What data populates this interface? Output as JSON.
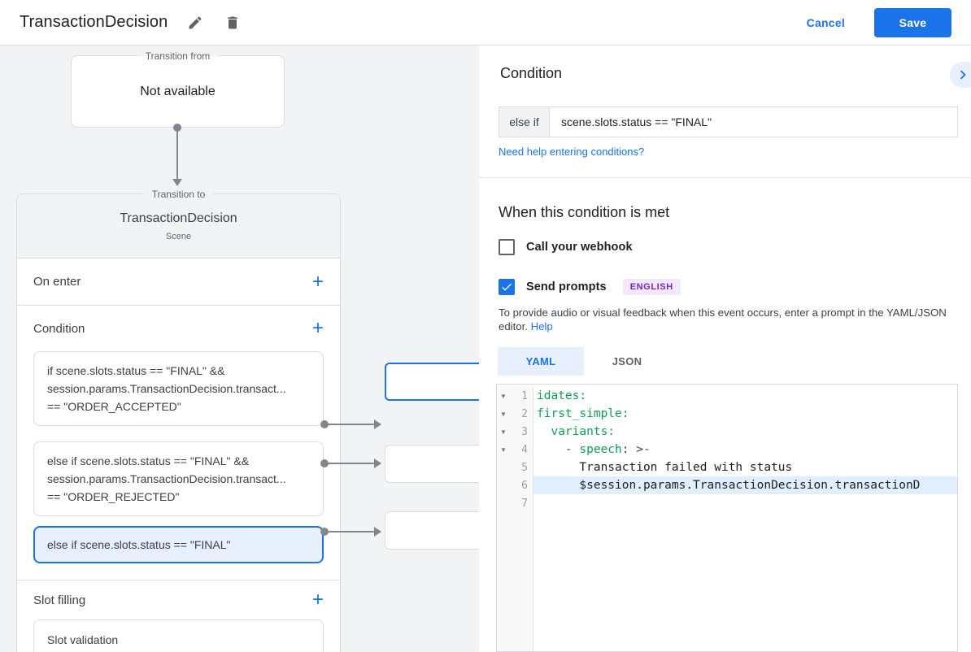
{
  "header": {
    "title": "TransactionDecision",
    "cancel_label": "Cancel",
    "save_label": "Save"
  },
  "canvas": {
    "transition_from": {
      "legend": "Transition from",
      "value": "Not available"
    },
    "transition_to": {
      "legend": "Transition to",
      "title": "TransactionDecision",
      "subtitle": "Scene",
      "on_enter_label": "On enter",
      "condition_label": "Condition",
      "condition_cards": [
        {
          "selected": false,
          "lines": [
            "if scene.slots.status == \"FINAL\" &&",
            "session.params.TransactionDecision.transact...",
            "== \"ORDER_ACCEPTED\""
          ]
        },
        {
          "selected": false,
          "lines": [
            "else if scene.slots.status == \"FINAL\" &&",
            "session.params.TransactionDecision.transact...",
            "== \"ORDER_REJECTED\""
          ]
        },
        {
          "selected": true,
          "lines": [
            "else if scene.slots.status == \"FINAL\""
          ]
        }
      ],
      "slot_filling_label": "Slot filling",
      "slot_card_label": "Slot validation"
    }
  },
  "detail": {
    "condition_heading": "Condition",
    "condition_prefix": "else if",
    "condition_value": "scene.slots.status == \"FINAL\"",
    "condition_help_link": "Need help entering conditions?",
    "when_heading": "When this condition is met",
    "webhook_label": "Call your webhook",
    "webhook_checked": false,
    "send_prompts_label": "Send prompts",
    "send_prompts_checked": true,
    "language_badge": "ENGLISH",
    "helper_text": "To provide audio or visual feedback when this event occurs, enter a prompt in the YAML/JSON editor.",
    "helper_link": "Help",
    "tabs": [
      {
        "label": "YAML",
        "active": true
      },
      {
        "label": "JSON",
        "active": false
      }
    ],
    "editor_lines": [
      {
        "num": "1",
        "fold": true,
        "highlighted": false,
        "segments": [
          {
            "text": "idates:",
            "type": "key"
          }
        ]
      },
      {
        "num": "2",
        "fold": true,
        "highlighted": false,
        "segments": [
          {
            "text": "first_simple:",
            "type": "key"
          }
        ]
      },
      {
        "num": "3",
        "fold": true,
        "highlighted": false,
        "segments": [
          {
            "text": "  variants:",
            "type": "key"
          }
        ]
      },
      {
        "num": "4",
        "fold": true,
        "highlighted": false,
        "segments": [
          {
            "text": "    - ",
            "type": "plain"
          },
          {
            "text": "speech",
            "type": "key"
          },
          {
            "text": ": >-",
            "type": "plain"
          }
        ]
      },
      {
        "num": "5",
        "fold": false,
        "highlighted": false,
        "segments": [
          {
            "text": "      Transaction failed with status",
            "type": "text"
          }
        ]
      },
      {
        "num": "6",
        "fold": false,
        "highlighted": true,
        "segments": [
          {
            "text": "      $session.params.TransactionDecision.transactionD",
            "type": "text"
          }
        ]
      },
      {
        "num": "7",
        "fold": false,
        "highlighted": false,
        "segments": []
      }
    ]
  },
  "icons": {
    "edit": "pencil-icon",
    "delete": "trash-icon",
    "collapse": "chevron-right-icon",
    "checked": "checkmark-icon",
    "add": "plus-icon",
    "fold": "triangle-down-icon"
  },
  "colors": {
    "accent_blue": "#1a73e8",
    "light_blue_bg": "#e8f0fe",
    "canvas_gray": "#f1f3f4",
    "border_gray": "#dadce0",
    "code_key_green": "#0f9d58",
    "badge_purple_text": "#7627bb",
    "badge_purple_bg": "#f3e8fd",
    "connector_gray": "#80868b",
    "active_line_bg": "#e1eefc"
  }
}
